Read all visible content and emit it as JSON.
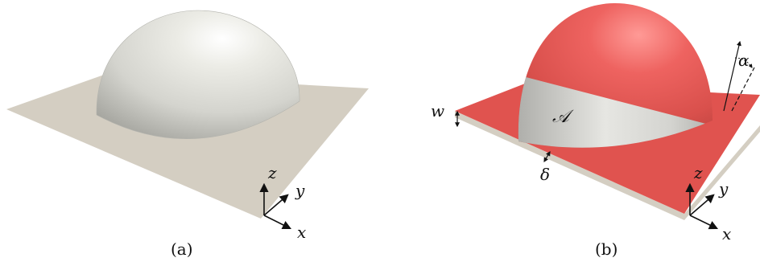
{
  "panels": {
    "a": {
      "caption": "(a)",
      "axes": {
        "z": "z",
        "y": "y",
        "x": "x"
      }
    },
    "b": {
      "caption": "(b)",
      "labels": {
        "w": "w",
        "delta": "δ",
        "area": "𝒜",
        "alpha": "α"
      },
      "axes": {
        "z": "z",
        "y": "y",
        "x": "x"
      }
    }
  },
  "colors": {
    "plate": "#d4cec2",
    "plate_edge": "#b9b2a4",
    "dome_light": "#ffffff",
    "dome_mid": "#dcdcd6",
    "dome_dark": "#9d9d97",
    "red_light": "#ff8a86",
    "red_mid": "#e8524e",
    "red_dark": "#b73632",
    "axis": "#111111"
  }
}
